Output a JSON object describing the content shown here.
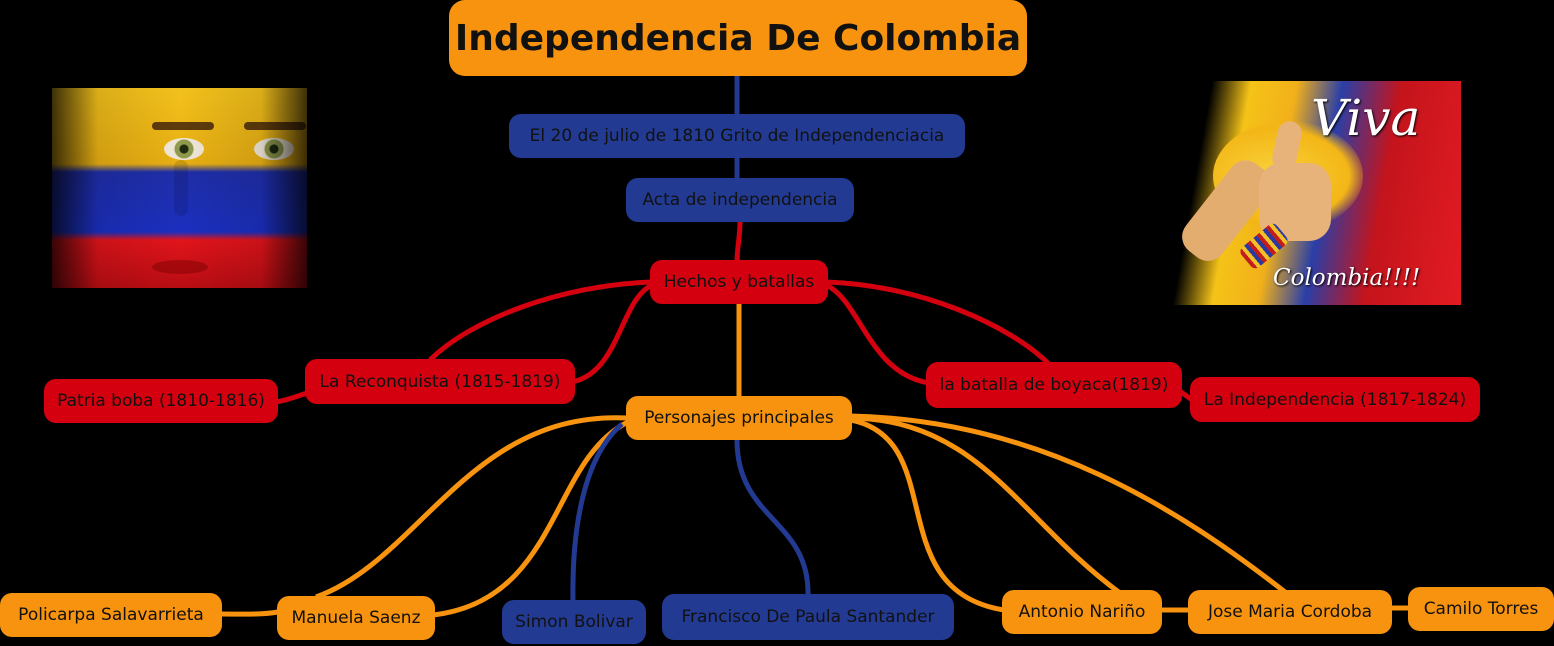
{
  "diagram": {
    "title": "Independencia De Colombia",
    "nodes": {
      "grito": "El 20 de julio de 1810 Grito de Independenciacia",
      "acta": "Acta de independencia",
      "hechos": "Hechos y batallas",
      "reconquista": "La Reconquista (1815-1819)",
      "patria_boba": "Patria boba (1810-1816)",
      "boyaca": "la batalla de boyaca(1819)",
      "independencia": "La Independencia (1817-1824)",
      "personajes": "Personajes principales",
      "policarpa": "Policarpa Salavarrieta",
      "manuela": "Manuela Saenz",
      "simon": "Simon Bolivar",
      "santander": "Francisco De Paula Santander",
      "narino": "Antonio Nariño",
      "cordoba": "Jose Maria Cordoba",
      "torres": "Camilo Torres"
    },
    "images": {
      "face_photo": "Colombian flag painted face",
      "viva_photo_title": "Viva",
      "viva_photo_caption": "Colombia!!!!"
    },
    "colors": {
      "background": "#000000",
      "orange": "#f7930e",
      "red": "#d4000f",
      "blue": "#233a93",
      "text": "#111111"
    }
  }
}
